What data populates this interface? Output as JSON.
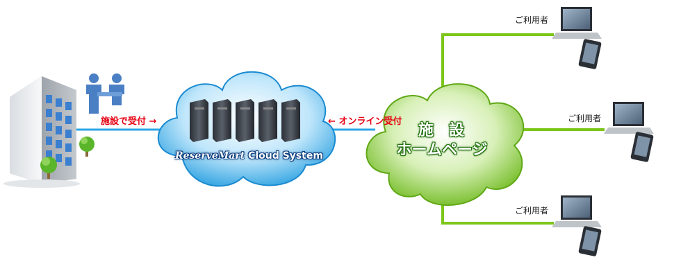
{
  "left_label": "施設で受付 →",
  "right_label": "← オンライン受付",
  "cloud": {
    "brand_script": "ReserveMart",
    "brand_rest": " Cloud System"
  },
  "homepage": {
    "line1": "施　設",
    "line2": "ホームページ"
  },
  "users": [
    {
      "label": "ご利用者"
    },
    {
      "label": "ご利用者"
    },
    {
      "label": "ご利用者"
    }
  ],
  "colors": {
    "left_line": "#29a6e6",
    "right_line": "#7cc61a",
    "arrow_text": "#e60012",
    "blue_cloud": "#2aa9ea",
    "green_cloud": "#7cc61a"
  }
}
